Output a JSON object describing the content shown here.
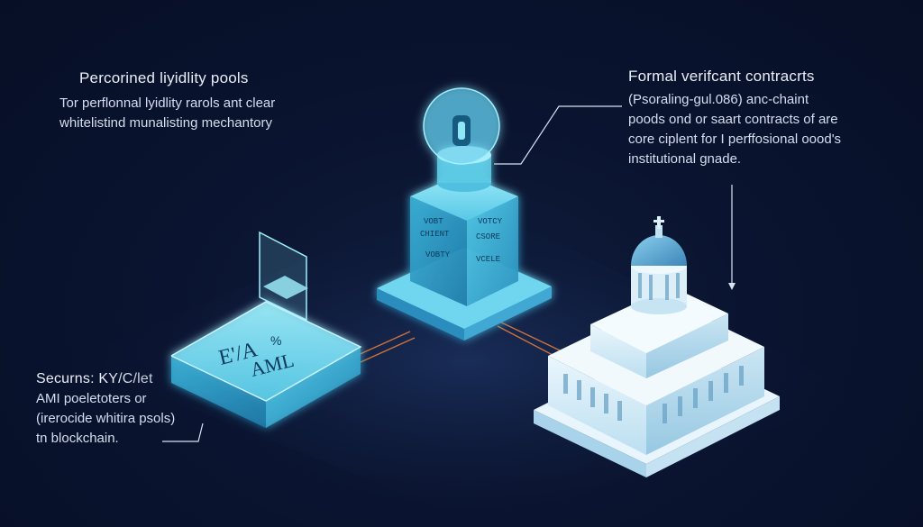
{
  "top_left": {
    "title": "Percorined liyidlity pools",
    "lines": [
      "Tor perflonnal lyidlity rarols ant clear",
      "whitelistind munalisting mechantory"
    ]
  },
  "top_right": {
    "title": "Formal verifcant contracrts",
    "lines": [
      "(Psoraling-gul.086) anc-chaint",
      "poods ond or saart contracts of are",
      "core ciplent for I perffosional oood's",
      "institutional gnade."
    ]
  },
  "bottom_left": {
    "title": "Securns: KY/C/let",
    "lines": [
      "AMI poeletoters or",
      "(irerocide whitira psols)",
      "tn blockchain."
    ]
  },
  "illustrations": {
    "kyc_box_label_1": "E'/A",
    "kyc_box_label_2": "AML",
    "kyc_box_mark": "%",
    "vault_labels": [
      "VOBT",
      "CHIENT",
      "VOBTY",
      "VOTCY",
      "CSORE",
      "VCELE"
    ]
  },
  "colors": {
    "background": "#0a1430",
    "accent_cyan": "#5fd4ef",
    "glass": "#8ee3f4",
    "building": "#dff2fb",
    "dome": "#5aa7d3",
    "connector": "#e07a3b"
  }
}
